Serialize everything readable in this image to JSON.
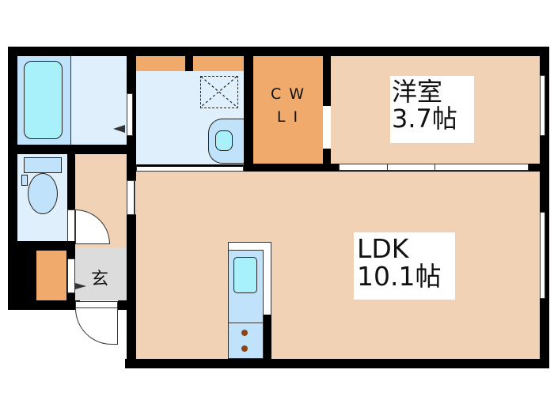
{
  "floor_plan": {
    "rooms": [
      {
        "id": "western-room",
        "name": "洋室",
        "size": "3.7帖"
      },
      {
        "id": "ldk",
        "name": "LDK",
        "size": "10.1帖"
      },
      {
        "id": "walk-in-closet",
        "name_line1": "CW",
        "name_line2": "LI"
      },
      {
        "id": "entrance",
        "name": "玄"
      }
    ],
    "labels": {
      "western_room": "洋室",
      "western_room_size": "3.7帖",
      "ldk": "LDK",
      "ldk_size": "10.1帖",
      "wic_line1": "C W",
      "wic_line2": "L I",
      "entrance": "玄"
    },
    "colors": {
      "wall": "#000000",
      "floor": "#f2d2b4",
      "wet_area": "#dff0fc",
      "closet": "#f0aa6c",
      "entrance": "#dcdcdc",
      "fixture": "#a8f0fa"
    }
  }
}
